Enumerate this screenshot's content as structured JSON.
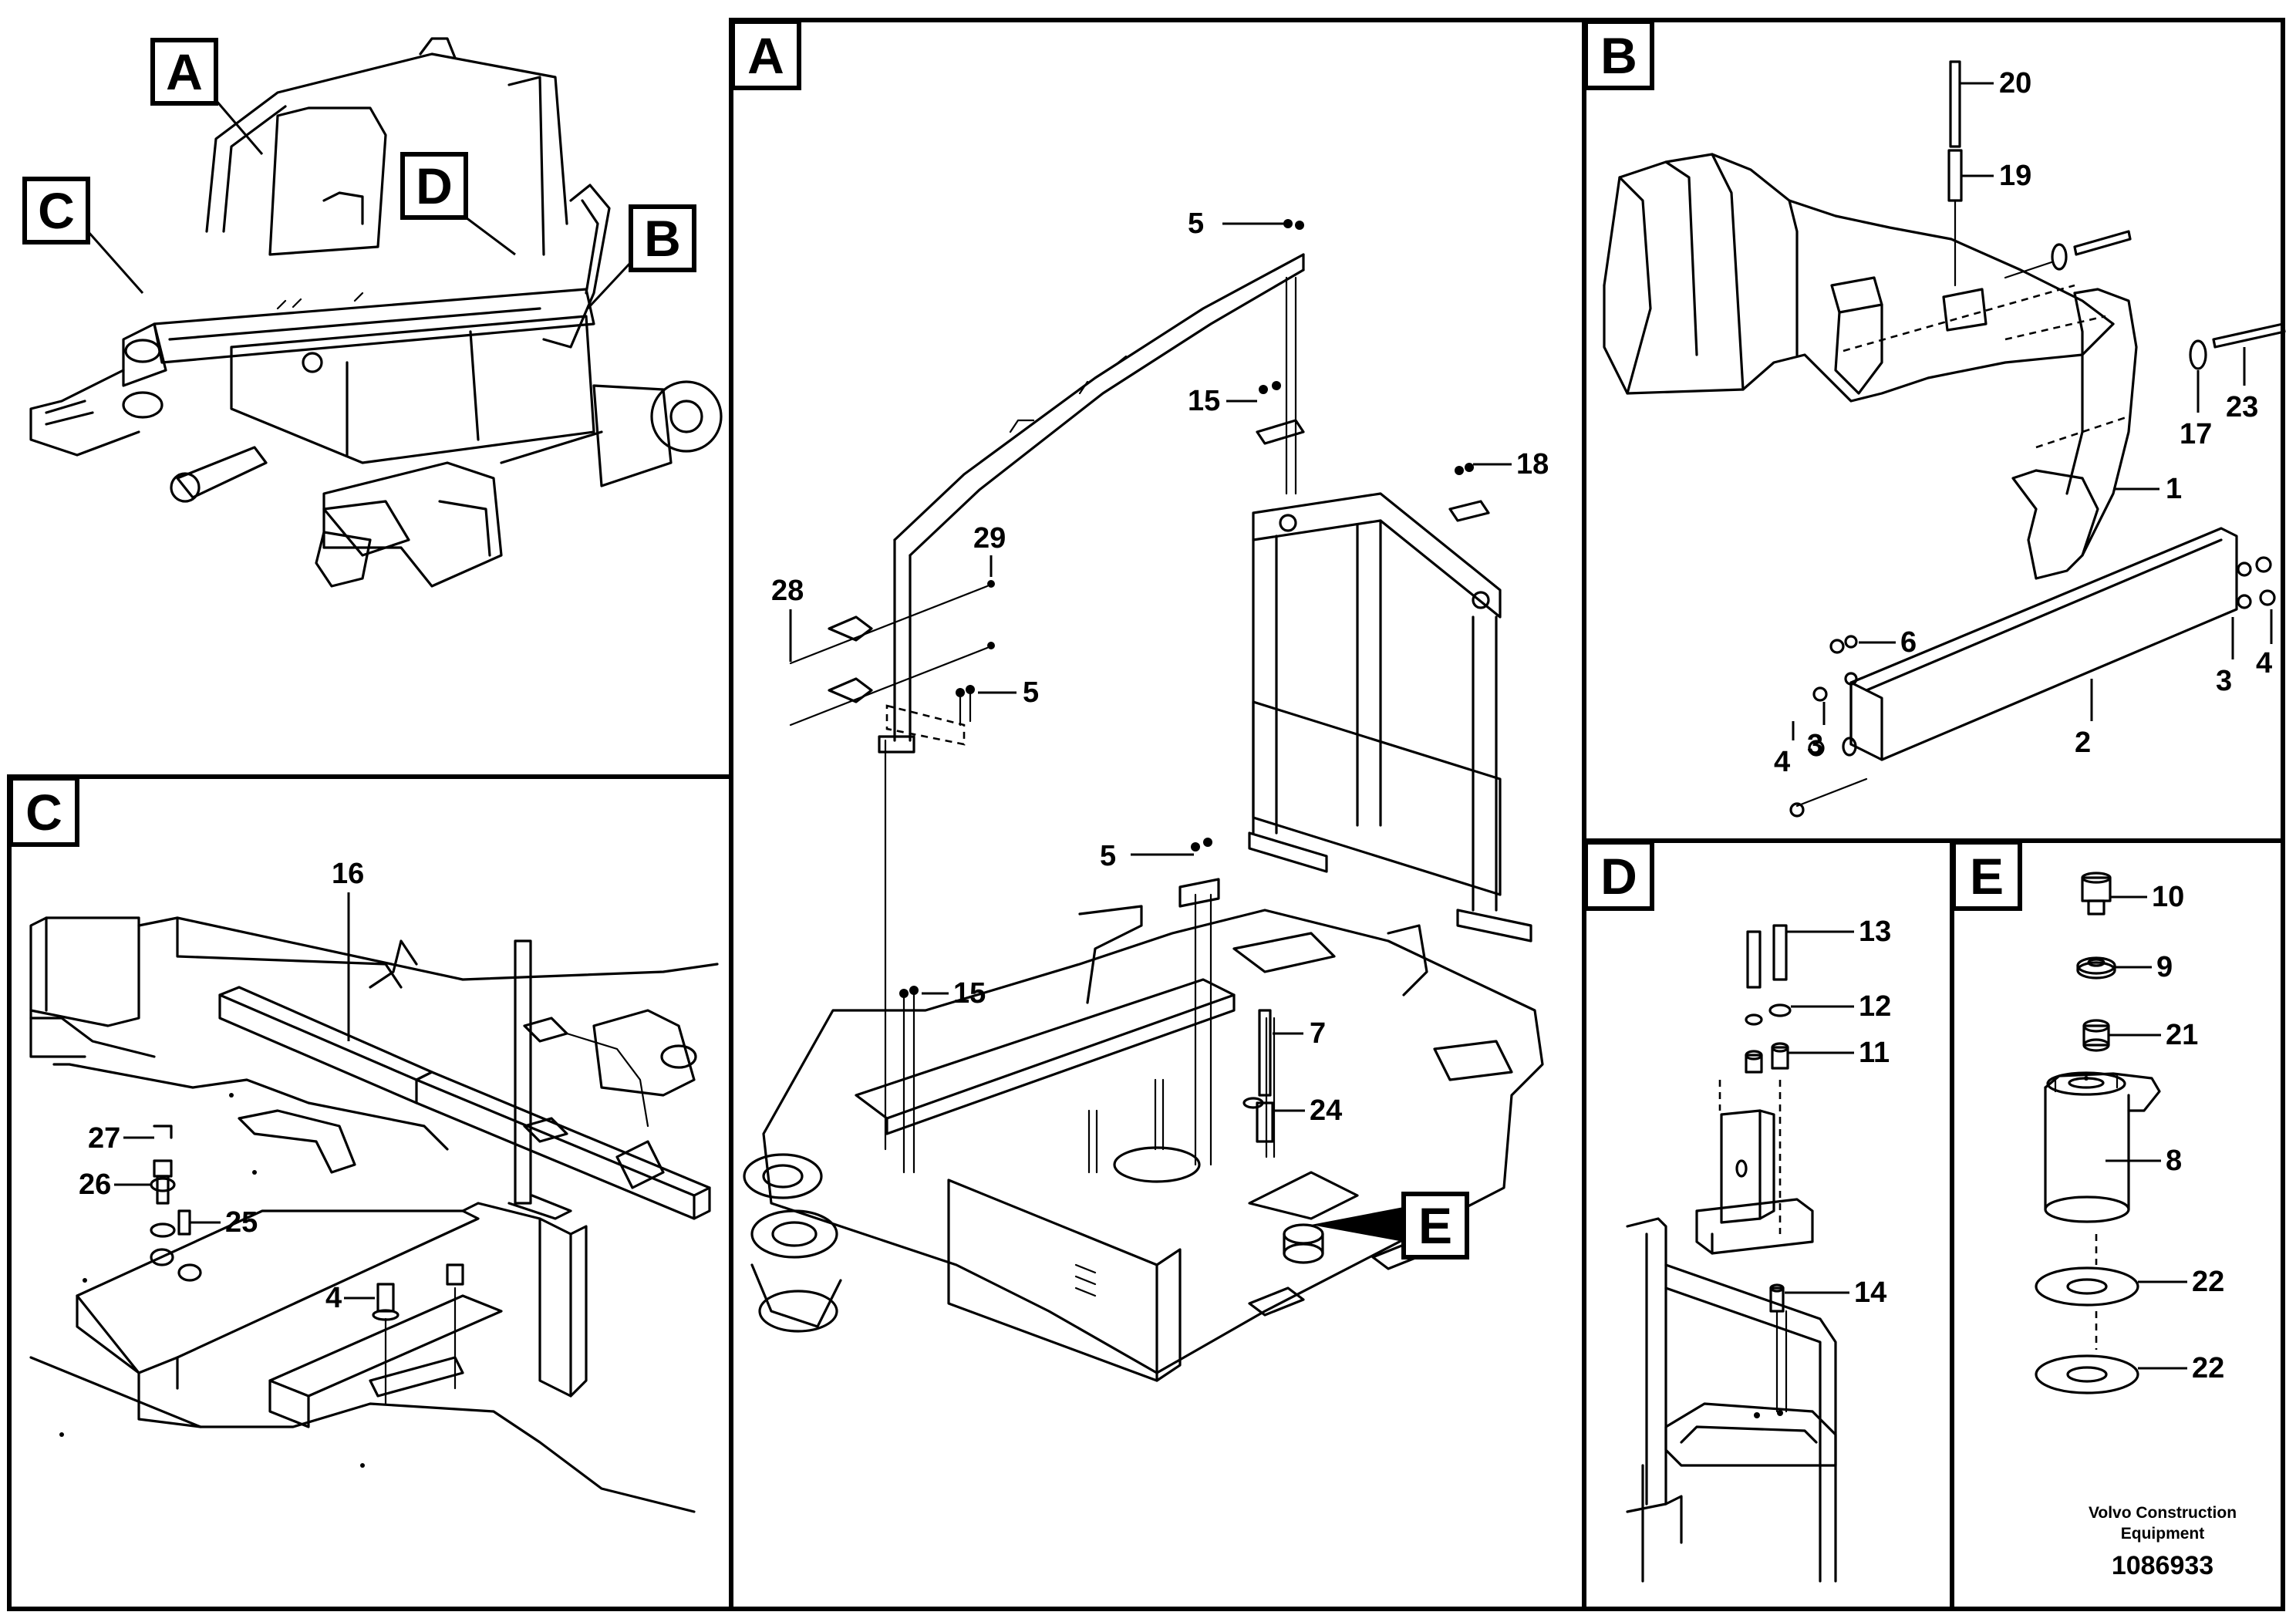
{
  "panels": {
    "A": {
      "label": "A"
    },
    "B": {
      "label": "B"
    },
    "C": {
      "label": "C"
    },
    "D": {
      "label": "D"
    },
    "E": {
      "label": "E"
    }
  },
  "overview_tags": [
    "A",
    "B",
    "C",
    "D"
  ],
  "callouts": {
    "a_5_top": "5",
    "a_15_top": "15",
    "a_18": "18",
    "a_29": "29",
    "a_28": "28",
    "a_5_mid": "5",
    "a_5_low": "5",
    "a_15_low": "15",
    "a_7": "7",
    "a_24": "24",
    "a_e_tag": "E",
    "b_20": "20",
    "b_19": "19",
    "b_17": "17",
    "b_23": "23",
    "b_1": "1",
    "b_6": "6",
    "b_4_left": "4",
    "b_3_left": "3",
    "b_2": "2",
    "b_3_right": "3",
    "b_4_right": "4",
    "c_16": "16",
    "c_27": "27",
    "c_26": "26",
    "c_25": "25",
    "c_4": "4",
    "d_13": "13",
    "d_12": "12",
    "d_11": "11",
    "d_14": "14",
    "e_10": "10",
    "e_9": "9",
    "e_21": "21",
    "e_8": "8",
    "e_22_top": "22",
    "e_22_bottom": "22"
  },
  "credit": {
    "line1": "Volvo Construction",
    "line2": "Equipment",
    "doc_id": "1086933"
  }
}
